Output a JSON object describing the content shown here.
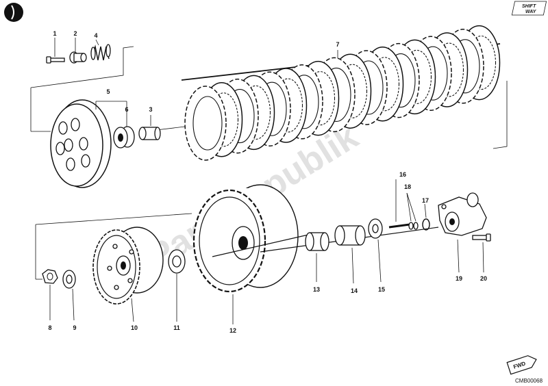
{
  "diagram": {
    "callouts": {
      "c1": "1",
      "c2": "2",
      "c3": "3",
      "c4": "4",
      "c5": "5",
      "c6": "6",
      "c7": "7",
      "c8": "8",
      "c9": "9",
      "c10": "10",
      "c11": "11",
      "c12": "12",
      "c13": "13",
      "c14": "14",
      "c15": "15",
      "c16": "16",
      "c17": "17",
      "c18": "18",
      "c19": "19",
      "c20": "20"
    },
    "drawing_code": "CMB00068",
    "fwd_badge": "FWD",
    "brand_logo": "SHIFT WAY",
    "watermark": "PartsRepublik"
  },
  "colors": {
    "line": "#111111",
    "watermark": "#c8c8c8",
    "background": "#ffffff"
  }
}
